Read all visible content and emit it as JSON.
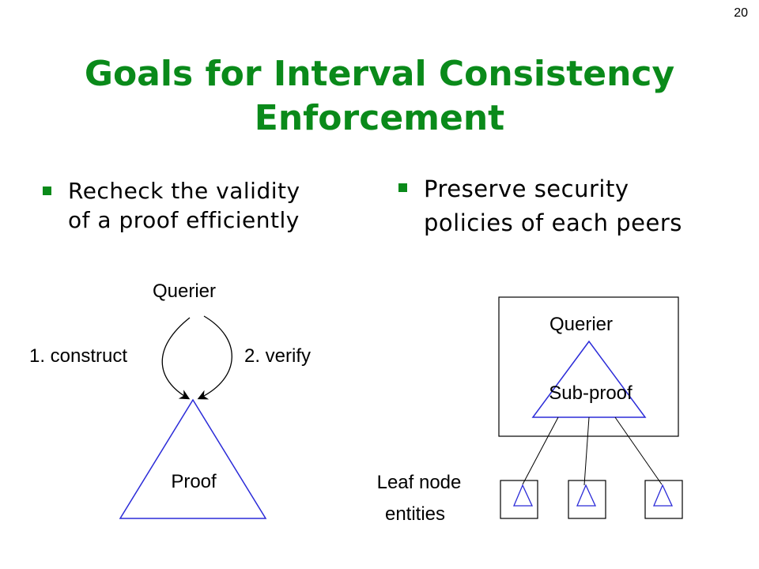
{
  "slide_number": "20",
  "title": {
    "line1": "Goals for Interval Consistency",
    "line2": "Enforcement"
  },
  "bullets": {
    "left": {
      "line1": "Recheck the validity",
      "line2": "of a proof efficiently"
    },
    "right": {
      "line1": "Preserve security",
      "line2": "policies of each peers"
    }
  },
  "left_diagram": {
    "querier": "Querier",
    "construct": "1. construct",
    "verify": "2. verify",
    "proof": "Proof"
  },
  "right_diagram": {
    "querier": "Querier",
    "sub_proof": "Sub-proof",
    "leaf_label_line1": "Leaf node",
    "leaf_label_line2": "entities"
  },
  "colors": {
    "title": "#0a8a1a",
    "bullet_marker": "#0a8a1a",
    "triangle": "#2b2bd8"
  }
}
